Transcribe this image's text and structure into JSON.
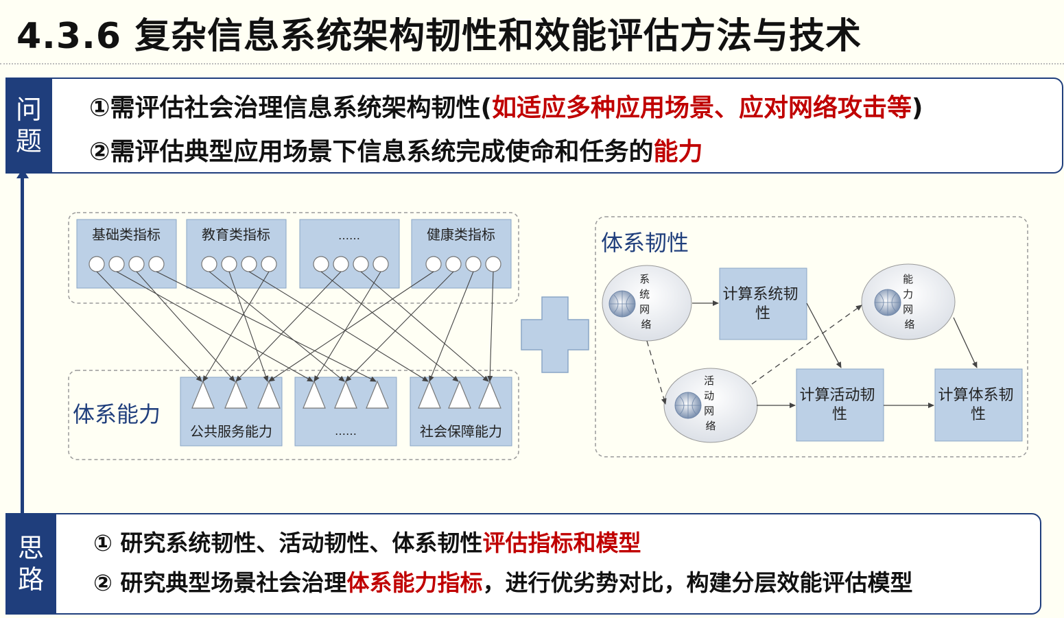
{
  "title": "4.3.6 复杂信息系统架构韧性和效能评估方法与技术",
  "problem": {
    "tag": [
      "问",
      "题"
    ],
    "line1_prefix": "①需评估社会治理信息系统架构韧性(",
    "line1_highlight": "如适应多种应用场景、应对网络攻击等",
    "line1_suffix": ")",
    "line2_prefix": "②需评估典型应用场景下信息系统完成使命和任务的",
    "line2_highlight": "能力"
  },
  "diagram_left": {
    "indicator_boxes": [
      "基础类指标",
      "教育类指标",
      "……",
      "健康类指标"
    ],
    "section_label": "体系能力",
    "capability_boxes": [
      "公共服务能力",
      "……",
      "社会保障能力"
    ]
  },
  "diagram_right": {
    "section_label": "体系韧性",
    "net_system": [
      "系",
      "统",
      "网",
      "络"
    ],
    "net_capability": [
      "能",
      "力",
      "网",
      "络"
    ],
    "net_activity": [
      "活",
      "动",
      "网",
      "络"
    ],
    "box_system": [
      "计算系统韧",
      "性"
    ],
    "box_activity": [
      "计算活动韧",
      "性"
    ],
    "box_architecture": [
      "计算体系韧",
      "性"
    ]
  },
  "approach": {
    "tag": [
      "思",
      "路"
    ],
    "line1_prefix": "① 研究系统韧性、活动韧性、体系韧性",
    "line1_highlight": "评估指标和模型",
    "line2_prefix": "② 研究典型场景社会治理",
    "line2_highlight": "体系能力指标",
    "line2_suffix": "，进行优劣势对比，构建分层效能评估模型"
  },
  "colors": {
    "navy": "#1f3e7c",
    "red": "#c00000",
    "box_fill": "#bcd0e6",
    "box_border": "#8aa6c6"
  }
}
